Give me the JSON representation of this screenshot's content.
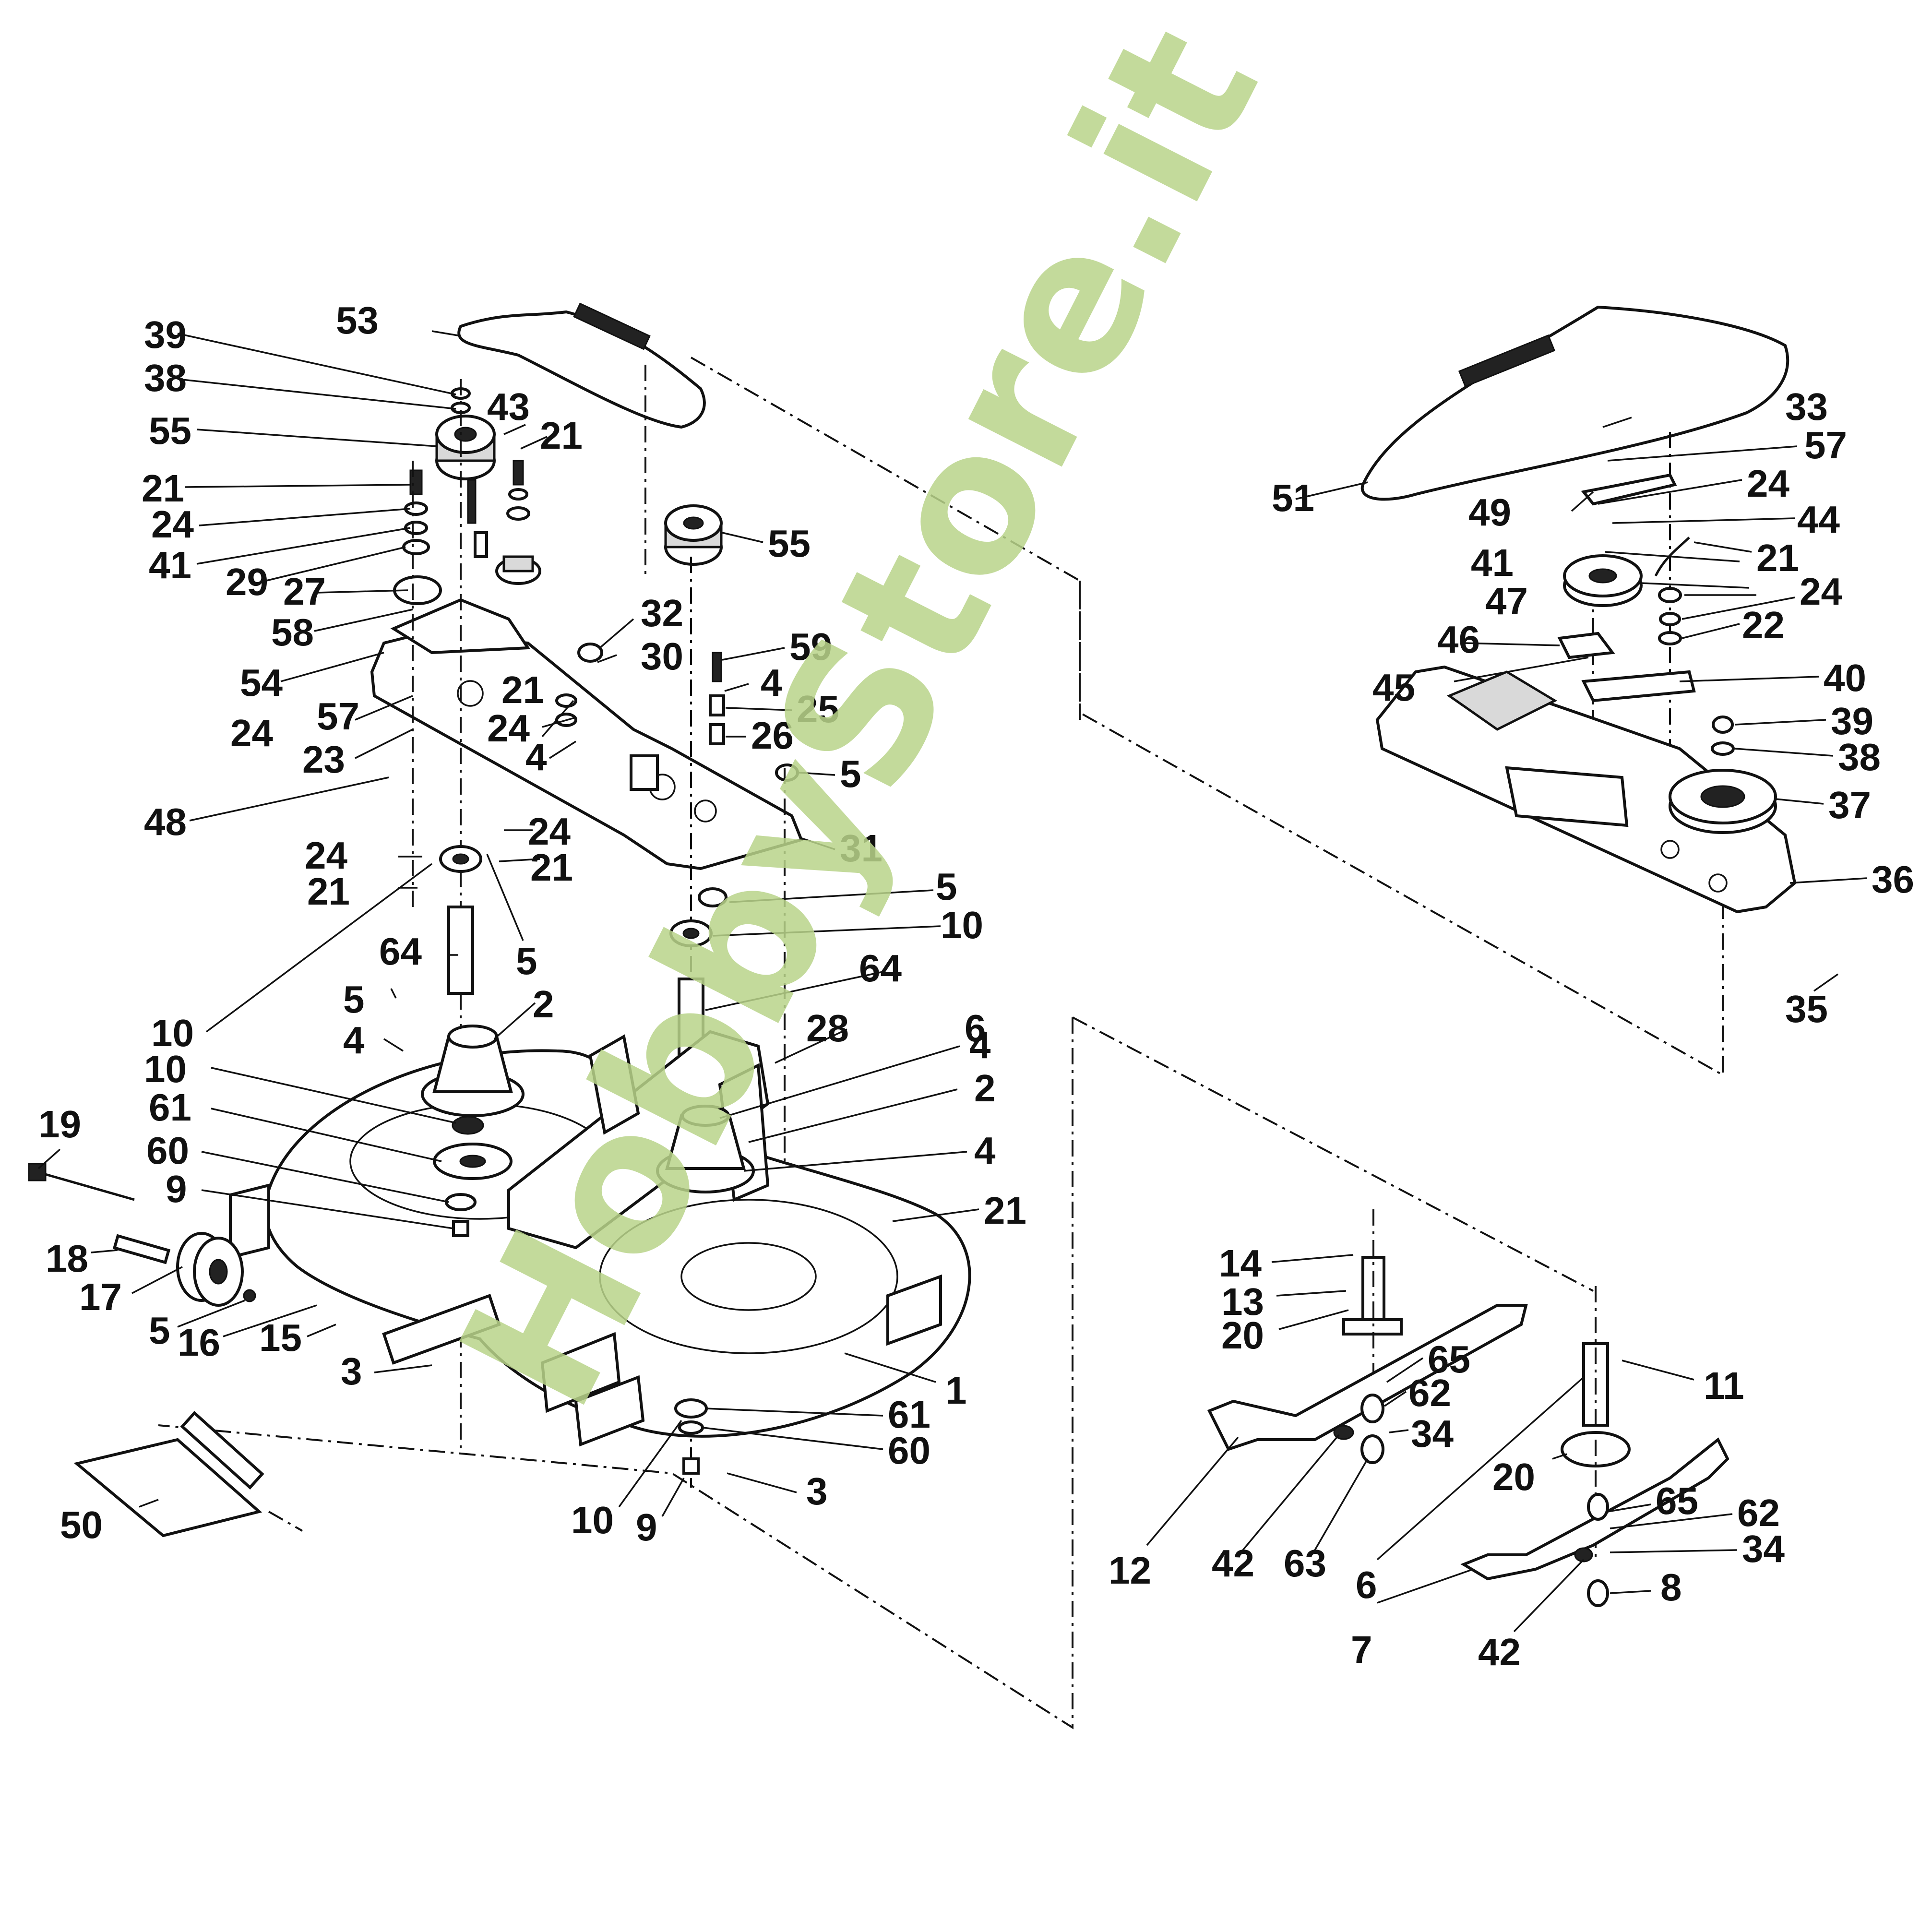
{
  "watermark": {
    "text": "HobbyStore.it",
    "color": "#b9d48a"
  },
  "colors": {
    "line": "#111111",
    "background": "#ffffff"
  },
  "parts": {
    "p1": "1",
    "p2": "2",
    "p3": "3",
    "p4": "4",
    "p5": "5",
    "p6": "6",
    "p7": "7",
    "p8": "8",
    "p9": "9",
    "p10": "10",
    "p11": "11",
    "p12": "12",
    "p13": "13",
    "p14": "14",
    "p15": "15",
    "p16": "16",
    "p17": "17",
    "p18": "18",
    "p19": "19",
    "p20": "20",
    "p21": "21",
    "p22": "22",
    "p23": "23",
    "p24": "24",
    "p25": "25",
    "p26": "26",
    "p27": "27",
    "p28": "28",
    "p29": "29",
    "p30": "30",
    "p31": "31",
    "p32": "32",
    "p33": "33",
    "p34": "34",
    "p35": "35",
    "p36": "36",
    "p37": "37",
    "p38": "38",
    "p39": "39",
    "p40": "40",
    "p41": "41",
    "p42": "42",
    "p43": "43",
    "p44": "44",
    "p45": "45",
    "p46": "46",
    "p47": "47",
    "p48": "48",
    "p49": "49",
    "p50": "50",
    "p51": "51",
    "p53": "53",
    "p54": "54",
    "p55": "55",
    "p57": "57",
    "p58": "58",
    "p59": "59",
    "p60": "60",
    "p61": "61",
    "p62": "62",
    "p63": "63",
    "p64": "64",
    "p65": "65"
  }
}
